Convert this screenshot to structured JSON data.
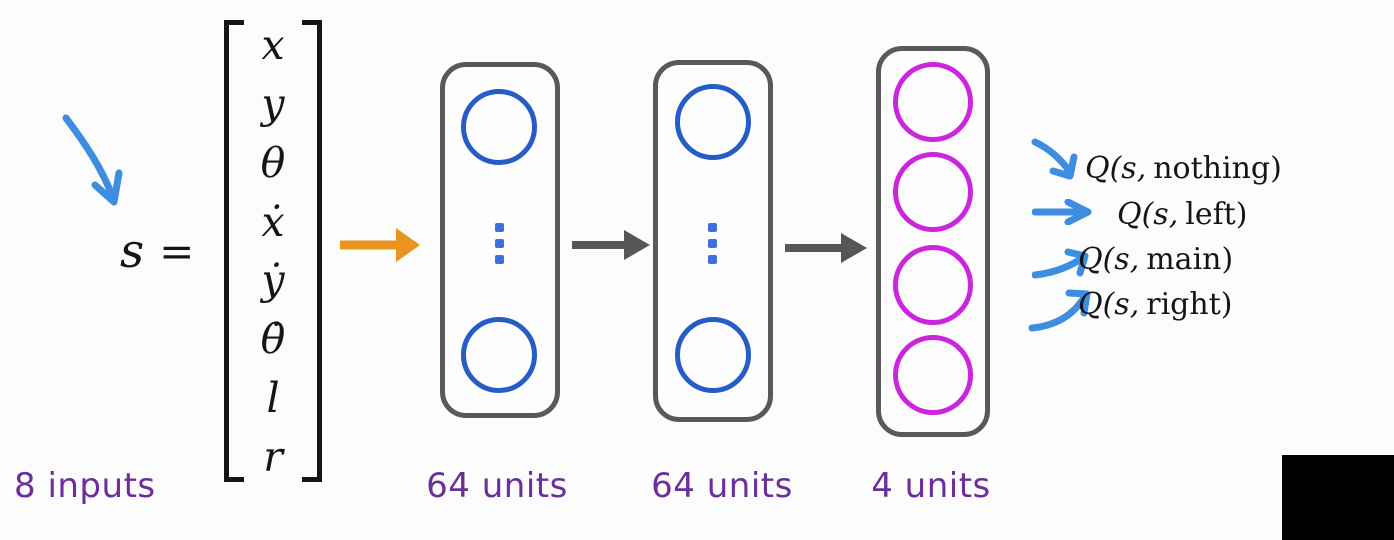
{
  "diagram": {
    "state": {
      "symbol": "s",
      "equals": "=",
      "vector": [
        "x",
        "y",
        "θ",
        "ẋ",
        "ẏ",
        "θ̇",
        "l",
        "r"
      ],
      "inputs_label": "8 inputs"
    },
    "layers": [
      {
        "id": "hidden-layer-1",
        "units_label": "64 units"
      },
      {
        "id": "hidden-layer-2",
        "units_label": "64 units"
      },
      {
        "id": "output-layer",
        "units_label": "4 units"
      }
    ],
    "outputs": [
      {
        "prefix": "Q(s,",
        "action": "nothing)",
        "arrow_icon": "curve-down-right-arrow-icon"
      },
      {
        "prefix": "Q(s,",
        "action": "left)",
        "arrow_icon": "right-arrow-icon"
      },
      {
        "prefix": "Q(s,",
        "action": "main)",
        "arrow_icon": "curve-up-right-arrow-icon"
      },
      {
        "prefix": "Q(s,",
        "action": "right)",
        "arrow_icon": "curve-up-right-strong-arrow-icon"
      }
    ],
    "colors": {
      "hidden_neuron_blue": "#275cc6",
      "ellipsis_dot_blue": "#3e6fe0",
      "output_neuron_magenta": "#cb25de",
      "layer_border_gray": "#58595b",
      "input_arrow_orange": "#e8941f",
      "layer_arrow_gray": "#565656",
      "annotation_blue": "#3d8ee0",
      "label_purple": "#6b2e9b"
    }
  }
}
